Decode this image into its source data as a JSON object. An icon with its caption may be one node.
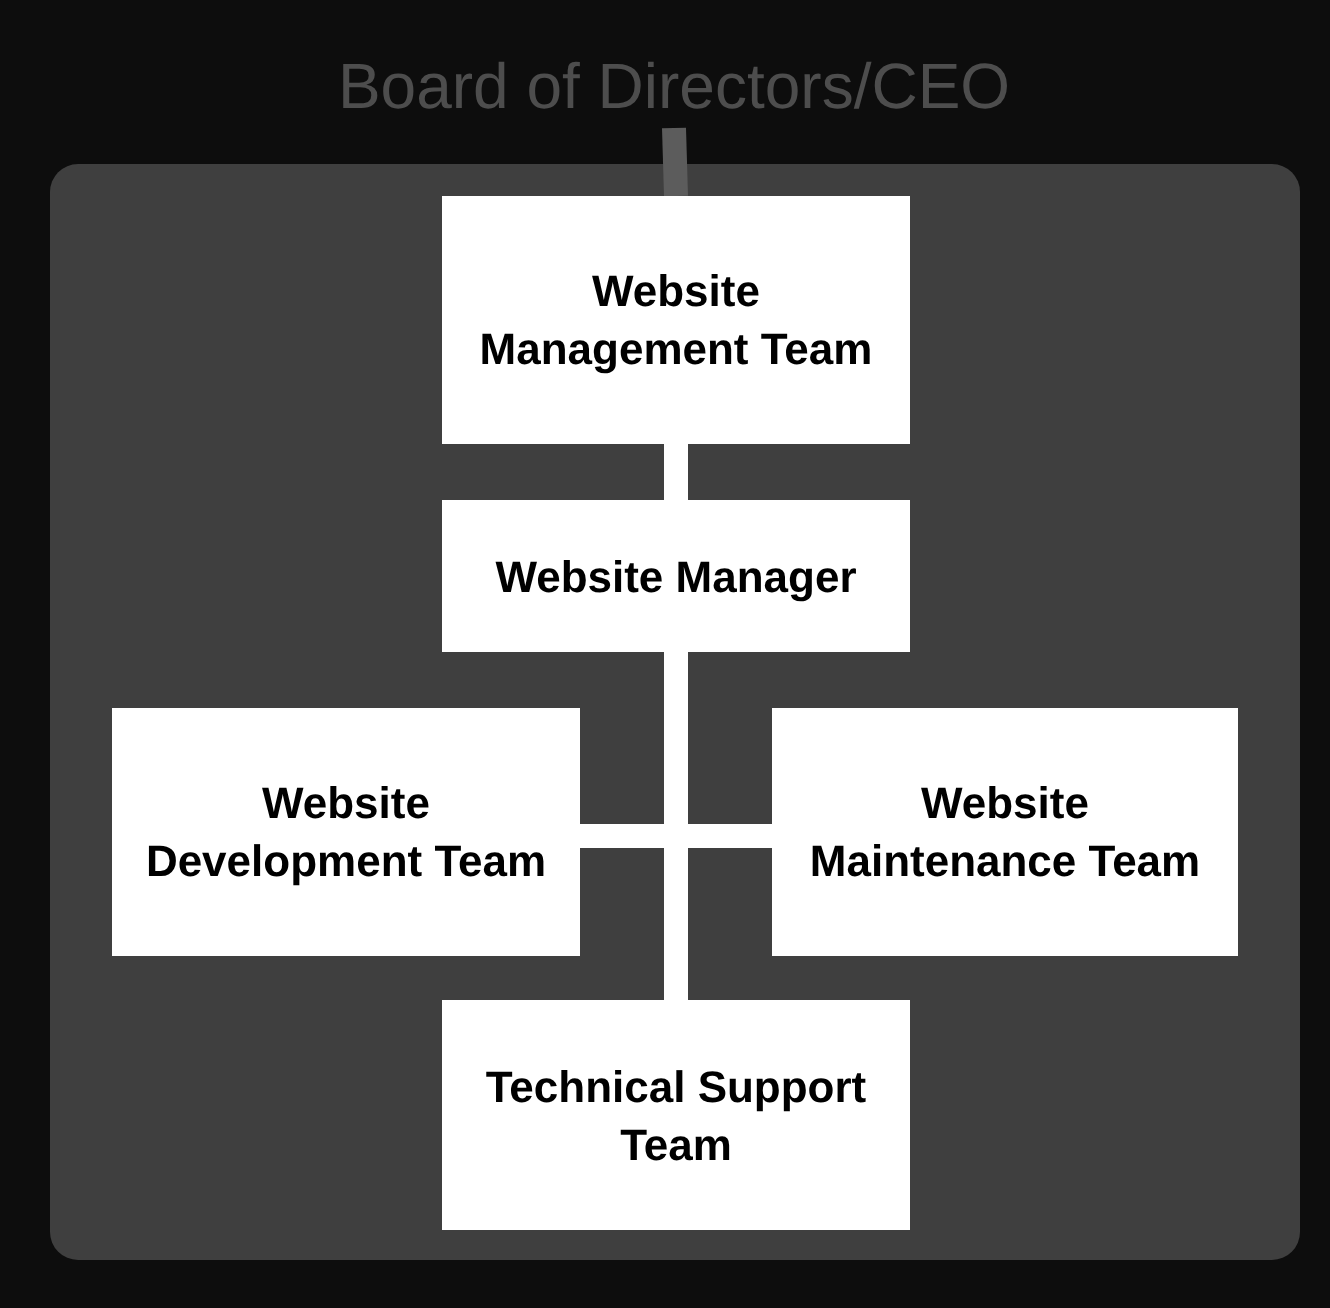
{
  "diagram": {
    "nodes": [
      {
        "text": [
          "Board of Directors/CEO"
        ]
      },
      {
        "text": [
          "Website Management Team"
        ]
      },
      {
        "text": [
          "Website Manager"
        ]
      },
      {
        "text": [
          "Website Development Team"
        ]
      },
      {
        "text": [
          "Website Maintenance Team"
        ]
      },
      {
        "text": [
          "Technical Support Team"
        ]
      }
    ],
    "edges": [
      {
        "from": 0,
        "to": 1,
        "arrow": "none",
        "color": "#5c5c5c"
      },
      {
        "from": 1,
        "to": 2,
        "arrow": "none"
      },
      {
        "from": 2,
        "to": 3,
        "arrow": "none"
      },
      {
        "from": 2,
        "to": 4,
        "arrow": "none"
      },
      {
        "from": 2,
        "to": 5,
        "arrow": "none"
      }
    ]
  }
}
